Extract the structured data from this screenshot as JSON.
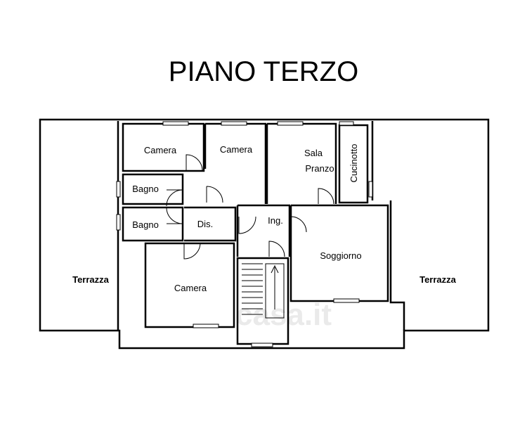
{
  "title": "PIANO TERZO",
  "rooms": {
    "camera_1": "Camera",
    "camera_2": "Camera",
    "sala_1": "Sala",
    "sala_2": "Pranzo",
    "cucinotto": "Cucinotto",
    "bagno_1": "Bagno",
    "bagno_2": "Bagno",
    "dis": "Dis.",
    "ing": "Ing.",
    "soggiorno": "Soggiorno",
    "camera_3": "Camera",
    "terrazza_left": "Terrazza",
    "terrazza_right": "Terrazza"
  },
  "watermark": "casa.it"
}
